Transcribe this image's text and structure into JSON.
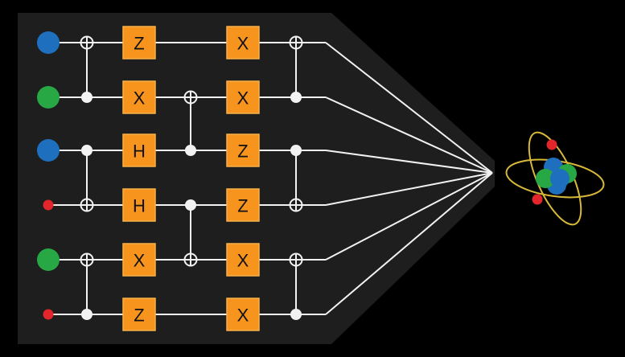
{
  "diagram": {
    "colors": {
      "background": "#000000",
      "panel": "#1e1e1e",
      "wire": "#f2f2f2",
      "gate_fill": "#f7941d",
      "gate_border": "#f9b04a",
      "orbit": "#d9b93a",
      "blue": "#1f6fbf",
      "green": "#28a745",
      "red": "#e3262b"
    },
    "qubits": [
      {
        "color": "blue",
        "size": "large"
      },
      {
        "color": "green",
        "size": "large"
      },
      {
        "color": "blue",
        "size": "large"
      },
      {
        "color": "red",
        "size": "small"
      },
      {
        "color": "green",
        "size": "large"
      },
      {
        "color": "red",
        "size": "small"
      }
    ],
    "gate_columns": [
      [
        "Z",
        "X",
        "H",
        "H",
        "X",
        "Z"
      ],
      [
        "X",
        "X",
        "Z",
        "Z",
        "X",
        "X"
      ]
    ],
    "cnots": [
      {
        "column": 0,
        "target": 0,
        "control": 1
      },
      {
        "column": 0,
        "target": 3,
        "control": 2
      },
      {
        "column": 0,
        "target": 4,
        "control": 5
      },
      {
        "column": 1,
        "target": 1,
        "control": 2
      },
      {
        "column": 1,
        "target": 4,
        "control": 3
      },
      {
        "column": 2,
        "target": 0,
        "control": 1
      },
      {
        "column": 2,
        "target": 3,
        "control": 2
      },
      {
        "column": 2,
        "target": 4,
        "control": 5
      }
    ],
    "atom": {
      "nucleus": [
        "blue",
        "green",
        "blue",
        "green",
        "blue"
      ],
      "electrons": [
        "red",
        "red"
      ],
      "icon": "atom-icon"
    }
  }
}
